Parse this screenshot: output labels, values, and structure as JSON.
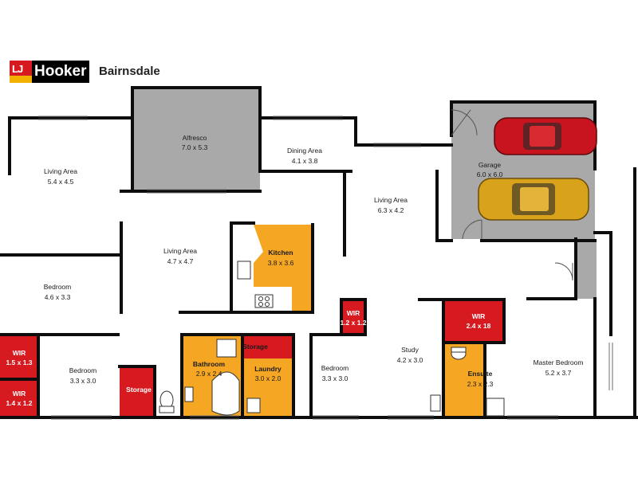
{
  "brand": {
    "logo_mark": "LJ",
    "logo_name": "Hooker",
    "office": "Bairnsdale"
  },
  "colors": {
    "wall": "#0d0d0d",
    "outdoor": "#a9a9a9",
    "wet_area": "#f5a623",
    "storage": "#d71920",
    "background": "#ffffff"
  },
  "rooms": {
    "alfresco": {
      "name": "Alfresco",
      "size": "7.0 x 5.3"
    },
    "dining": {
      "name": "Dining Area",
      "size": "4.1 x 3.8"
    },
    "garage": {
      "name": "Garage",
      "size": "6.0 x 6.0"
    },
    "living_west": {
      "name": "Living Area",
      "size": "5.4 x 4.5"
    },
    "living_east": {
      "name": "Living Area",
      "size": "6.3 x 4.2"
    },
    "living_center": {
      "name": "Living Area",
      "size": "4.7 x 4.7"
    },
    "kitchen": {
      "name": "Kitchen",
      "size": "3.8 x 3.6"
    },
    "bedroom_west": {
      "name": "Bedroom",
      "size": "4.6 x 3.3"
    },
    "wir_small": {
      "name": "WIR",
      "size": "1.2 x 1.2"
    },
    "wir_master": {
      "name": "WIR",
      "size": "2.4 x 18"
    },
    "wir_a": {
      "name": "WIR",
      "size": "1.5 x 1.3"
    },
    "wir_b": {
      "name": "WIR",
      "size": "1.4 x 1.2"
    },
    "bedroom_sw": {
      "name": "Bedroom",
      "size": "3.3 x 3.0"
    },
    "storage_left": {
      "name": "Storage"
    },
    "bathroom": {
      "name": "Bathroom",
      "size": "2.9 x 2.4"
    },
    "storage_mid": {
      "name": "Storage"
    },
    "laundry": {
      "name": "Laundry",
      "size": "3.0 x 2.0"
    },
    "bedroom_mid": {
      "name": "Bedroom",
      "size": "3.3 x 3.0"
    },
    "study": {
      "name": "Study",
      "size": "4.2 x 3.0"
    },
    "ensuite": {
      "name": "Ensuite",
      "size": "2.3 x 2.3"
    },
    "master": {
      "name": "Master Bedroom",
      "size": "5.2 x 3.7"
    }
  },
  "vehicles": [
    {
      "name": "red-car",
      "color": "#c8141e"
    },
    {
      "name": "yellow-car",
      "color": "#d9a21b"
    }
  ]
}
